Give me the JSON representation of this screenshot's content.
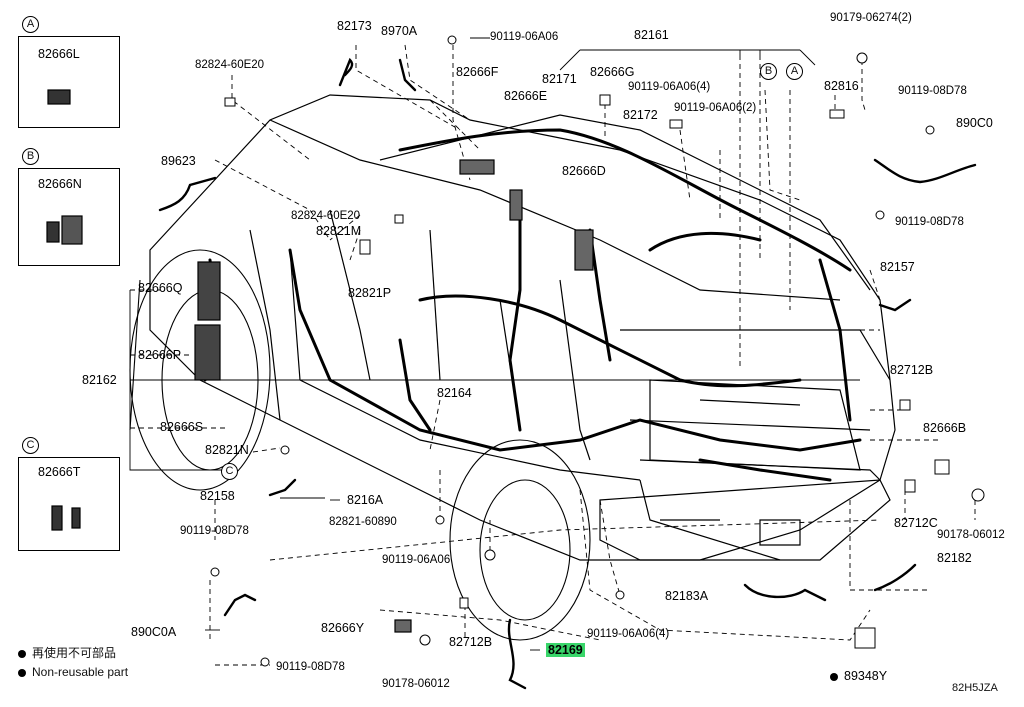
{
  "callouts": {
    "a": "A",
    "b": "B",
    "c": "C"
  },
  "parts": {
    "p82666L": "82666L",
    "p82666N": "82666N",
    "p82666T": "82666T",
    "p82173": "82173",
    "p8970A": "8970A",
    "p90119_06A06_top": "90119-06A06",
    "p82161": "82161",
    "p90179": "90179-06274(2)",
    "p82824_a": "82824-60E20",
    "p82666F": "82666F",
    "p82171": "82171",
    "p82666G": "82666G",
    "p90119_06A06_4a": "90119-06A06(4)",
    "p82816": "82816",
    "p82666E": "82666E",
    "p90119_06A06_2": "90119-06A06(2)",
    "p90119_08D78_r1": "90119-08D78",
    "p82172": "82172",
    "p890C0": "890C0",
    "p89623": "89623",
    "p82666D": "82666D",
    "p82824_b": "82824-60E20",
    "p82821M": "82821M",
    "p90119_08D78_r2": "90119-08D78",
    "p82157": "82157",
    "p82666Q": "82666Q",
    "p82821P": "82821P",
    "p82666P": "82666P",
    "p82162": "82162",
    "p82712B_r": "82712B",
    "p82164": "82164",
    "p82666S": "82666S",
    "p82666B": "82666B",
    "p82821N": "82821N",
    "p82158": "82158",
    "p8216A": "8216A",
    "p82712C": "82712C",
    "p90178_r": "90178-06012",
    "p82821_60890": "82821-60890",
    "p90119_08D78_l": "90119-08D78",
    "p90119_06A06_mid": "90119-06A06",
    "p82182": "82182",
    "p82183A": "82183A",
    "p890C0A": "890C0A",
    "p82666Y": "82666Y",
    "p82712B_b": "82712B",
    "p90119_06A06_4b": "90119-06A06(4)",
    "p82169": "82169",
    "p90119_08D78_b": "90119-08D78",
    "p90178_b": "90178-06012",
    "p89348Y": "89348Y"
  },
  "legend": {
    "line1": "再使用不可部品",
    "line2": "Non-reusable part"
  },
  "diagram_code": "82H5JZA",
  "colors": {
    "highlight": "#39d66a"
  }
}
